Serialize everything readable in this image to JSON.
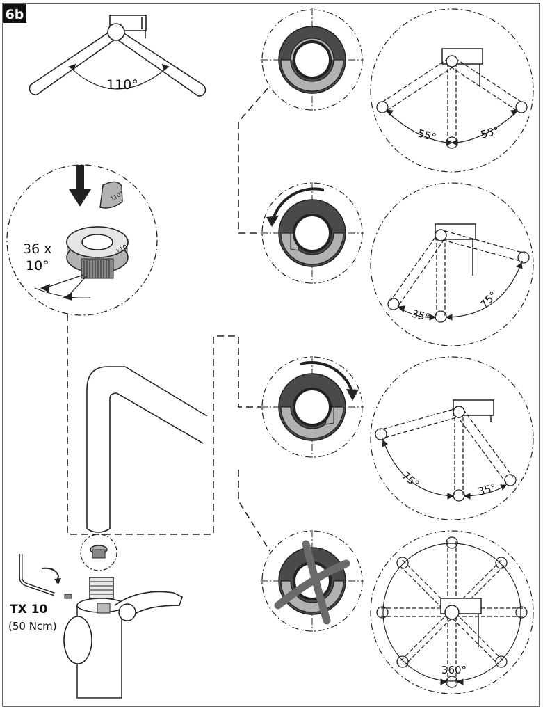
{
  "step_badge": "6b",
  "top_swing_angle": "110°",
  "stop_ring_detail": {
    "steps_label_line1": "36 x",
    "steps_label_line2": "10°",
    "ring_marking": "110°"
  },
  "tool": {
    "name": "TX 10",
    "torque": "(50 Ncm)"
  },
  "settings": [
    {
      "left_angle": "55°",
      "right_angle": "55°"
    },
    {
      "left_angle": "35°",
      "right_angle": "75°"
    },
    {
      "left_angle": "75°",
      "right_angle": "35°"
    },
    {
      "full_angle": "360°"
    }
  ],
  "colors": {
    "ring_dark": "#4a4a4a",
    "ring_gray": "#b2b2b2",
    "line": "#222222",
    "badge": "#111111"
  }
}
